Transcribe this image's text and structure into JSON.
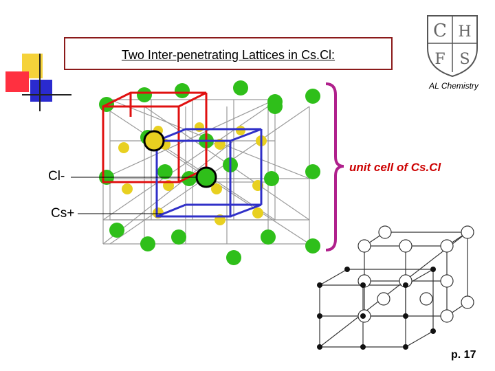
{
  "slide": {
    "title": "Two Inter-penetrating Lattices in Cs.Cl:",
    "logo_caption": "AL Chemistry",
    "unit_cell_label": "unit cell of Cs.Cl",
    "cl_label": "Cl-",
    "cs_label": "Cs+",
    "page_number": "p. 17"
  },
  "colors": {
    "title_border": "#8b1a1a",
    "unit_cell_text": "#cc0000",
    "bracket": "#b0208c",
    "cl_atoms": "#2fbf1a",
    "cs_atoms": "#e8d020",
    "red_cell": "#e01010",
    "blue_cell": "#3030c8"
  },
  "icons": [
    "school-crest-icon",
    "decorative-squares-icon"
  ]
}
